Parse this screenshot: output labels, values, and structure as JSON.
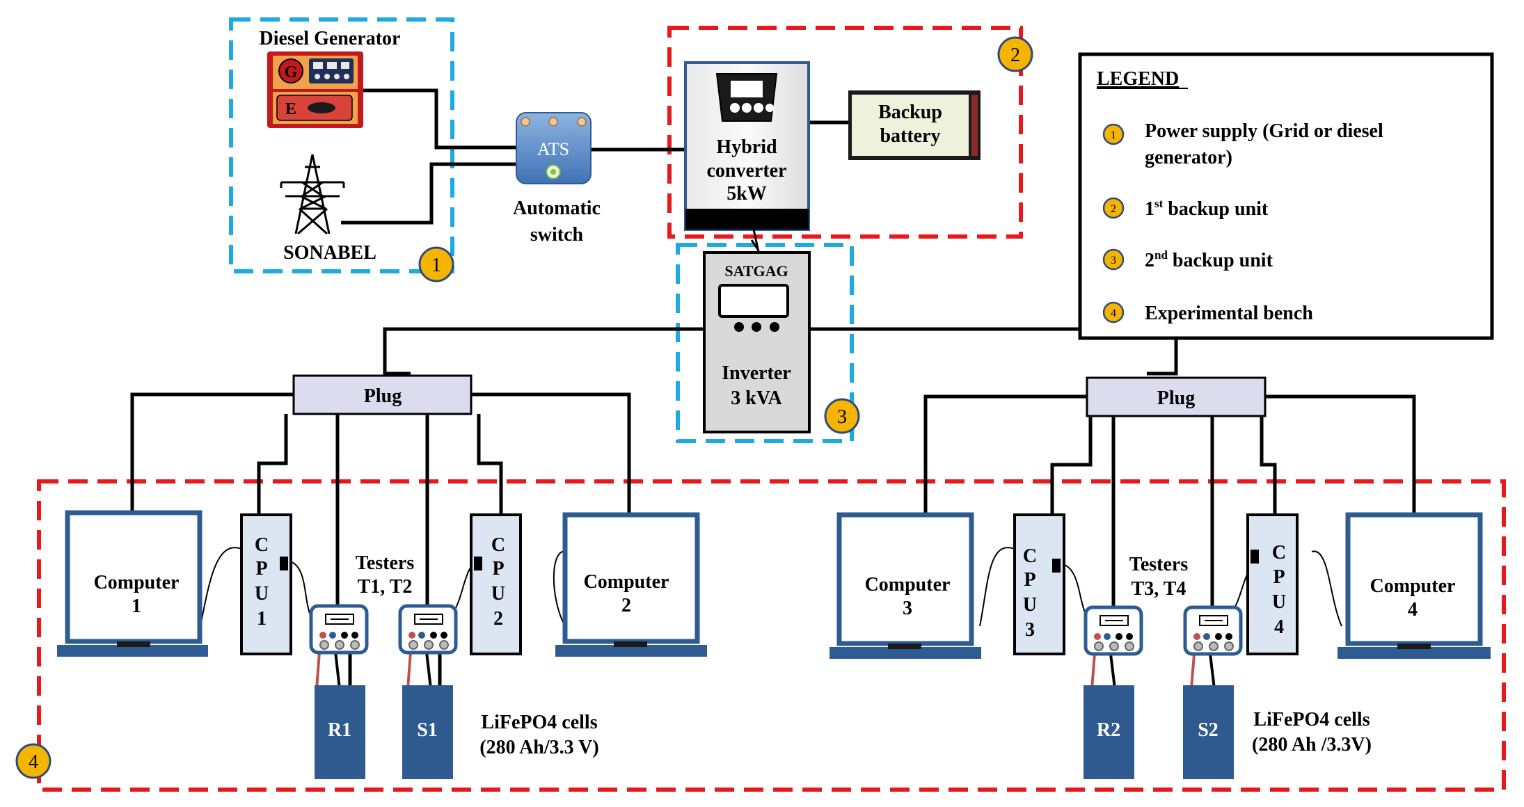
{
  "zones": {
    "zone1_number": "1",
    "zone2_number": "2",
    "zone3_number": "3",
    "zone4_number": "4"
  },
  "supply": {
    "generator_title": "Diesel Generator",
    "generator_g": "G",
    "generator_e": "E",
    "grid_label": "SONABEL"
  },
  "ats": {
    "label": "ATS",
    "caption_line1": "Automatic",
    "caption_line2": "switch"
  },
  "backup1": {
    "converter_line1": "Hybrid",
    "converter_line2": "converter",
    "converter_line3": "5kW",
    "battery_line1": "Backup",
    "battery_line2": "battery"
  },
  "backup2": {
    "brand": "SATGAG",
    "inverter_line1": "Inverter",
    "inverter_line2": "3 kVA"
  },
  "legend": {
    "title": "LEGEND",
    "items": [
      {
        "number": "1",
        "line1": "Power supply (Grid or diesel",
        "line2": "generator)"
      },
      {
        "number": "2",
        "base": "1",
        "sup": "st",
        "rest": " backup unit"
      },
      {
        "number": "3",
        "base": "2",
        "sup": "nd",
        "rest": " backup unit"
      },
      {
        "number": "4",
        "line1": "Experimental bench"
      }
    ]
  },
  "bench": {
    "plug_left": "Plug",
    "plug_right": "Plug",
    "computer1_line1": "Computer",
    "computer1_line2": "1",
    "computer2_line1": "Computer",
    "computer2_line2": "2",
    "computer3_line1": "Computer",
    "computer3_line2": "3",
    "computer4_line1": "Computer",
    "computer4_line2": "4",
    "cpu1": [
      "C",
      "P",
      "U",
      "1"
    ],
    "cpu2": [
      "C",
      "P",
      "U",
      "2"
    ],
    "cpu3": [
      "C",
      "P",
      "U",
      "3"
    ],
    "cpu4": [
      "C",
      "P",
      "U",
      "4"
    ],
    "testers_left_line1": "Testers",
    "testers_left_line2": "T1, T2",
    "testers_right_line1": "Testers",
    "testers_right_line2": "T3, T4",
    "cell_r1": "R1",
    "cell_s1": "S1",
    "cell_r2": "R2",
    "cell_s2": "S2",
    "cells_left_line1": "LiFePO4 cells",
    "cells_left_line2": "(280 Ah/3.3 V)",
    "cells_right_line1": "LiFePO4 cells",
    "cells_right_line2": "(280 Ah /3.3V)"
  },
  "colors": {
    "zone_blue": "#1fa9e1",
    "zone_red": "#e8191c",
    "badge_fill": "#f5b400",
    "badge_border": "#2f4a7a",
    "device_blue": "#2e5c92",
    "cell_blue": "#2f5a8f",
    "panel_lavender": "#dcdcee",
    "cpu_fill": "#dce6f2",
    "inverter_gray": "#d9d9d9"
  }
}
